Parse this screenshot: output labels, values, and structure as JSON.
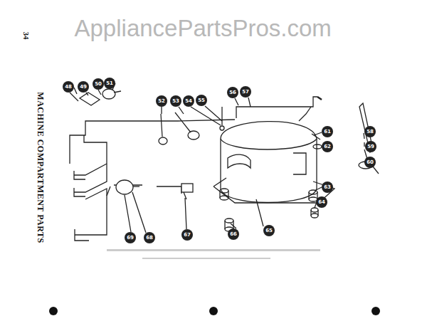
{
  "diagram": {
    "title": "MACHINE COMPARTMENT PARTS",
    "labels": [
      "AppliancePartsPros.com",
      "34",
      "48",
      "49",
      "50",
      "51",
      "52",
      "53",
      "54",
      "55",
      "56",
      "57",
      "58",
      "59",
      "60",
      "61",
      "62",
      "63",
      "64",
      "65",
      "66",
      "67",
      "68",
      "69"
    ]
  }
}
